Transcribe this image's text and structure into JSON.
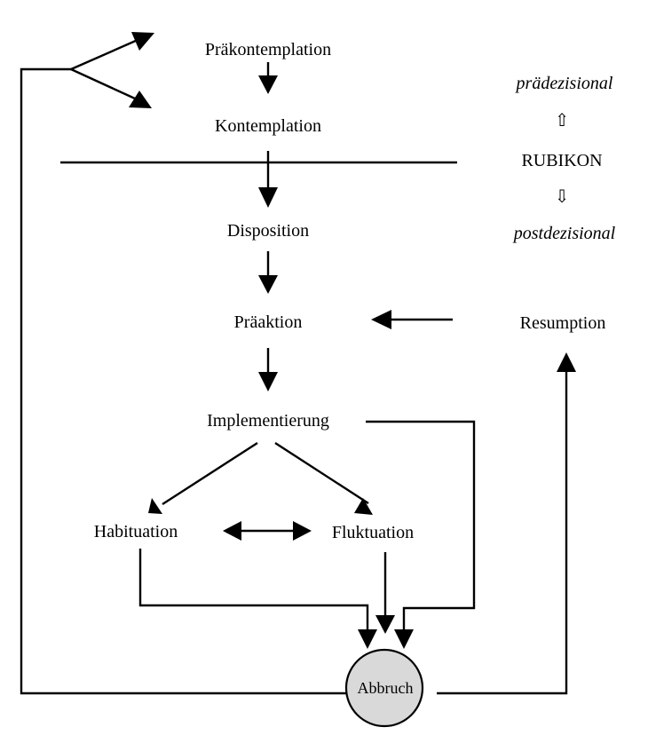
{
  "stages": {
    "prekontemplation": "Präkontemplation",
    "kontemplation": "Kontemplation",
    "disposition": "Disposition",
    "praeaktion": "Präaktion",
    "implementierung": "Implementierung",
    "habituation": "Habituation",
    "fluktuation": "Fluktuation",
    "abbruch": "Abbruch",
    "resumption": "Resumption"
  },
  "rubikon": {
    "label": "RUBIKON",
    "above": "prädezisional",
    "below": "postdezisional",
    "arrow_up": "⇧",
    "arrow_down": "⇩"
  },
  "colors": {
    "abbruch_fill": "#d9d9d9",
    "line": "#000000"
  }
}
